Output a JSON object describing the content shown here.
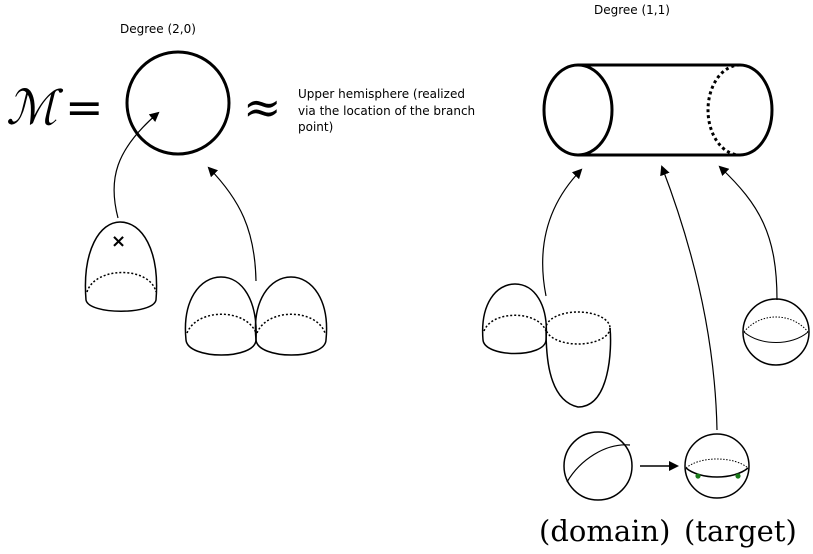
{
  "left_panel": {
    "title": "Degree (2,0)",
    "moduli_symbol": "ℳ",
    "equals_sign": "=",
    "approx_sign": "≈",
    "note_lines": [
      "Upper hemisphere (realized",
      "via the location of the branch",
      "point)"
    ],
    "branch_point_marker": "×"
  },
  "right_panel": {
    "title": "Degree (1,1)",
    "domain_label": "(domain)",
    "target_label": "(target)",
    "marked_point_color": "#1a7a1a"
  },
  "colors": {
    "stroke": "#000000",
    "background": "#ffffff"
  }
}
